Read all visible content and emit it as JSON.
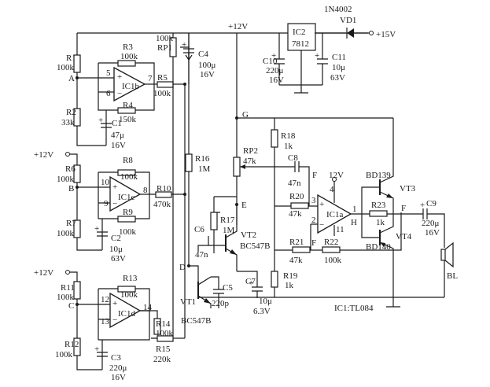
{
  "supply": {
    "v12_top": "+12V",
    "v15": "+15V",
    "v12_left1": "+12V",
    "v12_left2": "+12V",
    "v12_amp": "12V"
  },
  "nodes": {
    "A": "A",
    "B": "B",
    "C": "C",
    "D": "D",
    "E": "E",
    "F1": "F",
    "F2": "F",
    "F3": "F",
    "G": "G",
    "H": "H"
  },
  "reg": {
    "ic2": "IC2",
    "part": "7812",
    "vd1_part": "1N4002",
    "vd1": "VD1"
  },
  "opamps": {
    "b": "IC1b",
    "c": "IC1c",
    "d": "IC1d",
    "a": "IC1a",
    "plus": "+",
    "minus": "−"
  },
  "pins": {
    "p5": "5",
    "p6": "6",
    "p7": "7",
    "p10": "10",
    "p9": "9",
    "p8": "8",
    "p12": "12",
    "p13": "13",
    "p14": "14",
    "p3": "3",
    "p2": "2",
    "p1": "1",
    "p4": "4",
    "p11": "11"
  },
  "resistors": {
    "R1": [
      "R1",
      "100k"
    ],
    "R2": [
      "R2",
      "33k"
    ],
    "R3": [
      "R3",
      "100k"
    ],
    "R4": [
      "R4",
      "150k"
    ],
    "R5": [
      "R5",
      "100k"
    ],
    "R6": [
      "R6",
      "100k"
    ],
    "R7": [
      "R7",
      "100k"
    ],
    "R8": [
      "R8",
      "100k"
    ],
    "R9": [
      "R9",
      "100k"
    ],
    "R10": [
      "R10",
      "470k"
    ],
    "R11": [
      "R11",
      "100k"
    ],
    "R12": [
      "R12",
      "100k"
    ],
    "R13": [
      "R13",
      "100k"
    ],
    "R14": [
      "R14",
      "100k"
    ],
    "R15": [
      "R15",
      "220k"
    ],
    "R16": [
      "R16",
      "1M"
    ],
    "R17": [
      "R17",
      "1M"
    ],
    "R18": [
      "R18",
      "1k"
    ],
    "R19": [
      "R19",
      "1k"
    ],
    "R20": [
      "R20",
      "47k"
    ],
    "R21": [
      "R21",
      "47k"
    ],
    "R22": [
      "R22",
      "100k"
    ],
    "R23": [
      "R23",
      "1k"
    ]
  },
  "pots": {
    "RP1": [
      "100k",
      "RP1"
    ],
    "RP2": [
      "RP2",
      "47k"
    ]
  },
  "caps": {
    "C1": [
      "C1",
      "47μ",
      "16V"
    ],
    "C2": [
      "C2",
      "10μ",
      "63V"
    ],
    "C3": [
      "C3",
      "220μ",
      "16V"
    ],
    "C4": [
      "C4",
      "100μ",
      "16V"
    ],
    "C5": [
      "C5",
      "220p"
    ],
    "C6": [
      "C6",
      "47n"
    ],
    "C7": [
      "C7",
      "10μ",
      "6.3V"
    ],
    "C8": [
      "C8",
      "47n"
    ],
    "C9": [
      "C9",
      "220μ",
      "16V"
    ],
    "C10": [
      "C10",
      "220μ",
      "16V"
    ],
    "C11": [
      "C11",
      "10μ",
      "63V"
    ]
  },
  "transistors": {
    "VT1": [
      "VT1",
      "BC547B"
    ],
    "VT2": [
      "VT2",
      "BC547B"
    ],
    "VT3": [
      "VT3",
      "BD139"
    ],
    "VT4": [
      "VT4",
      "BD140"
    ]
  },
  "speaker": "BL",
  "note": "IC1:TL084",
  "colors": {
    "ink": "#1a1a1a",
    "paper": "#ffffff"
  }
}
